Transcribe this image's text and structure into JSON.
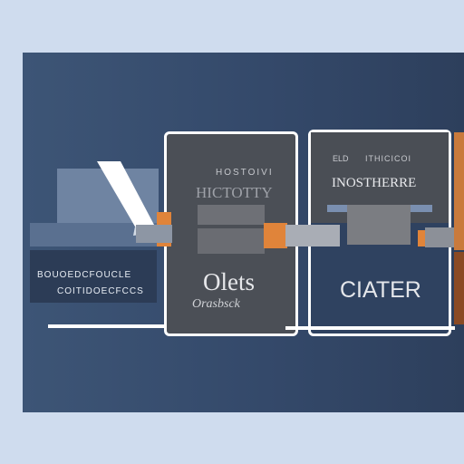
{
  "left_panel": {
    "line1": "BOUOEDCFOUCLE",
    "line2": "COITIDOECFCCS"
  },
  "card_middle": {
    "small": "HOSTOIVI",
    "title": "HICTOTTY",
    "big": "Olets",
    "script": "Orasbsck"
  },
  "card_right": {
    "small_left": "ELD",
    "small_mid": "ITHICICOI",
    "title": "INOSTHERRE",
    "brand": "CIATER"
  },
  "colors": {
    "background": "#cfdcee",
    "banner": "#3d5576",
    "orange": "#e0843a",
    "card_dark": "#4b4f56",
    "card_navy": "#2f4260"
  }
}
